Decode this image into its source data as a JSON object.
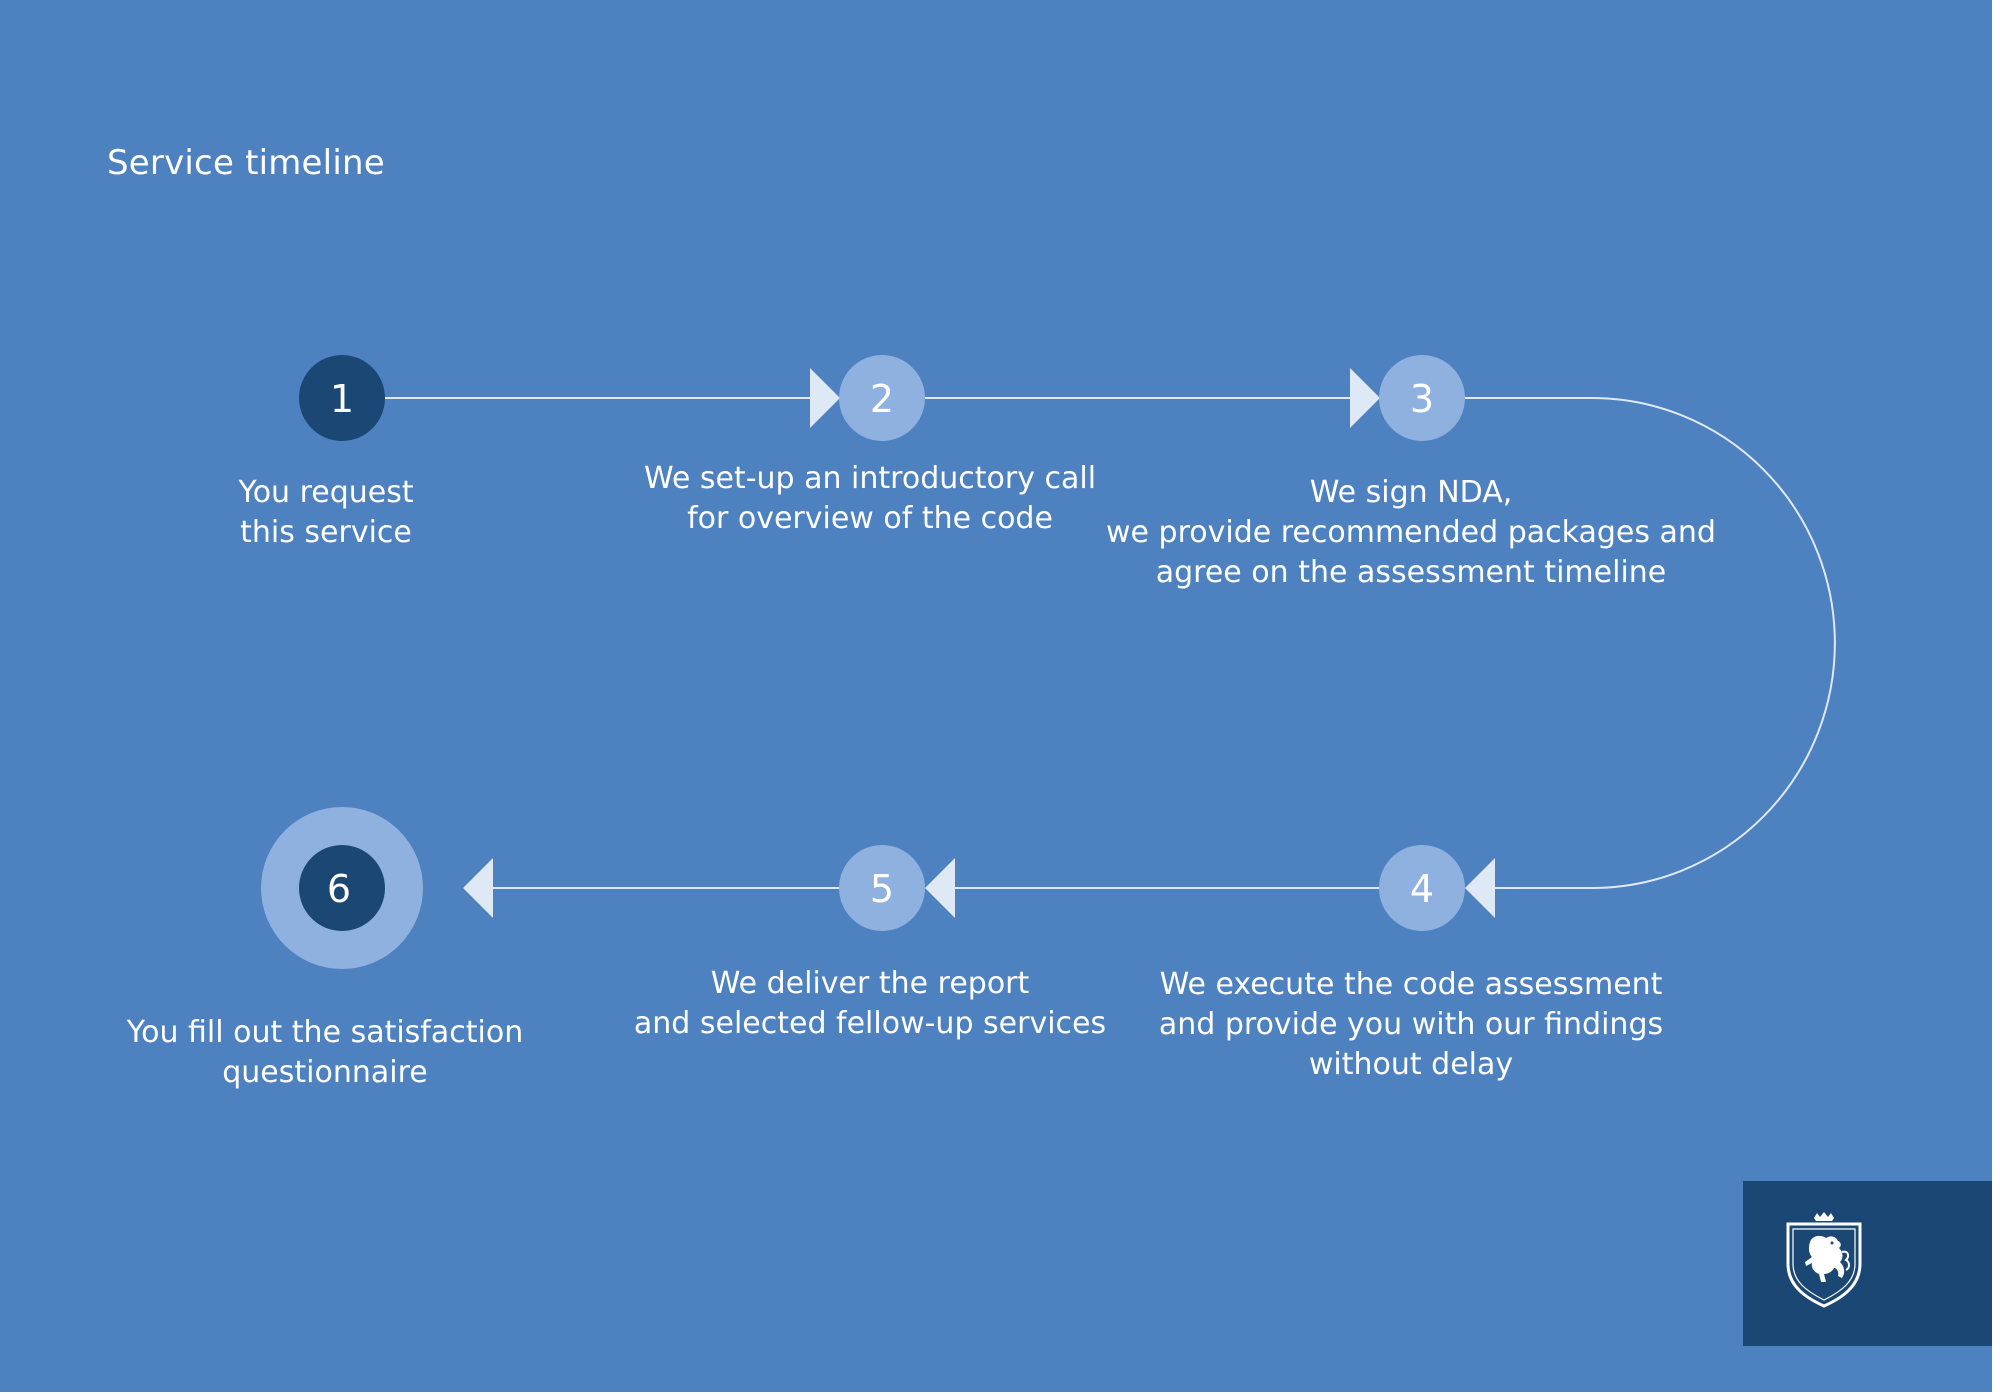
{
  "title": "Service timeline",
  "colors": {
    "background": "#4d81c0",
    "node_dark": "#1a4773",
    "node_light": "#8eb1df",
    "node_halo": "#8eb1df",
    "connector": "#dfe9f6",
    "arrow": "#dfe9f6",
    "logo_box": "#1a4773"
  },
  "steps": [
    {
      "number": "1",
      "lines": [
        "You request",
        "this service"
      ],
      "style": "dark"
    },
    {
      "number": "2",
      "lines": [
        "We set-up an introductory call",
        "for overview of the code"
      ],
      "style": "light"
    },
    {
      "number": "3",
      "lines": [
        "We sign NDA,",
        "we provide recommended packages and",
        "agree on the assessment timeline"
      ],
      "style": "light"
    },
    {
      "number": "4",
      "lines": [
        "We execute the code assessment",
        "and provide you with our findings",
        "without delay"
      ],
      "style": "light"
    },
    {
      "number": "5",
      "lines": [
        "We deliver the report",
        "and selected fellow-up services"
      ],
      "style": "light"
    },
    {
      "number": "6",
      "lines": [
        "You fill out the satisfaction",
        "questionnaire"
      ],
      "style": "final"
    }
  ],
  "logo": {
    "icon": "lion-shield-crest-icon"
  }
}
